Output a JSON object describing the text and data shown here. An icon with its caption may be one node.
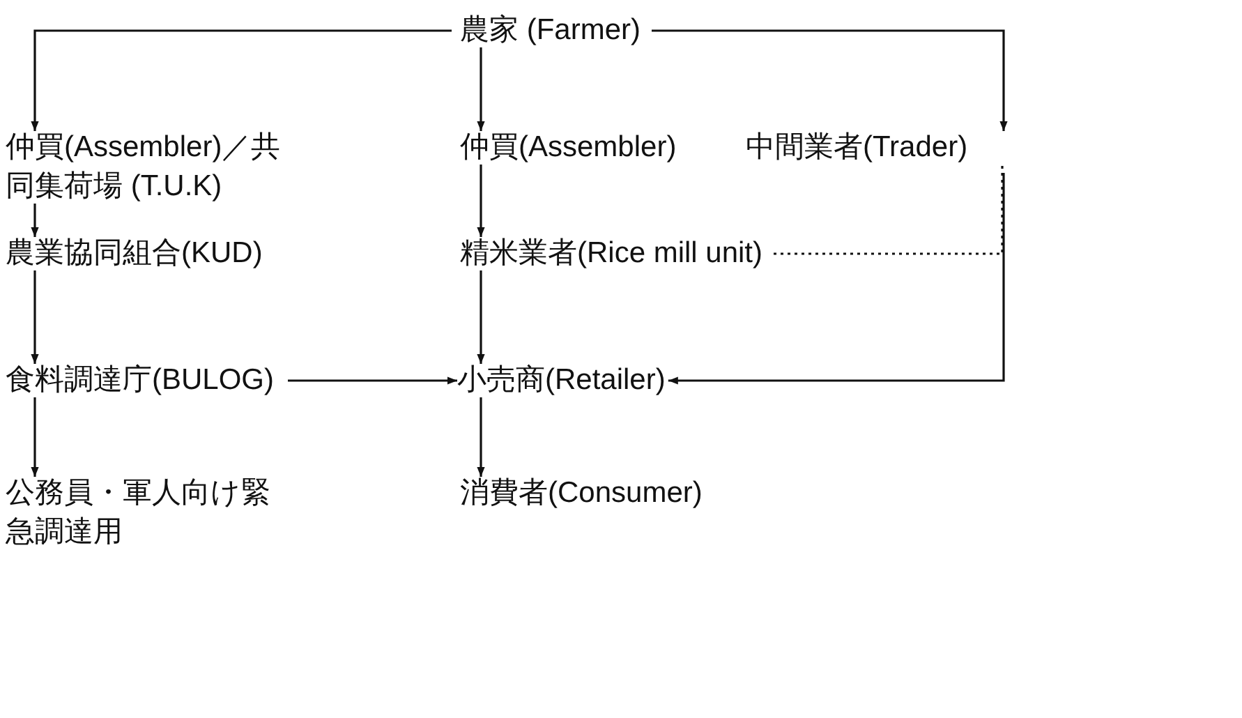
{
  "diagram": {
    "nodes": [
      {
        "text": [
          "農家 (Farmer)"
        ]
      },
      {
        "text": [
          "仲買(Assembler)／共同集荷場 (T.U.K)"
        ]
      },
      {
        "text": [
          "仲買(Assembler)"
        ]
      },
      {
        "text": [
          "中間業者(Trader)"
        ]
      },
      {
        "text": [
          "農業協同組合(KUD)"
        ]
      },
      {
        "text": [
          "精米業者(Rice mill unit)"
        ]
      },
      {
        "text": [
          "食料調達庁(BULOG)"
        ]
      },
      {
        "text": [
          "小売商(Retailer)"
        ]
      },
      {
        "text": [
          "公務員・軍人向け緊急調達用"
        ]
      },
      {
        "text": [
          "消費者(Consumer)"
        ]
      }
    ],
    "edges": [
      {
        "from": 0,
        "to": 1,
        "arrow": "to"
      },
      {
        "from": 0,
        "to": 2,
        "arrow": "to"
      },
      {
        "from": 0,
        "to": 3,
        "arrow": "to"
      },
      {
        "from": 1,
        "to": 4,
        "arrow": "to"
      },
      {
        "from": 2,
        "to": 5,
        "arrow": "to"
      },
      {
        "from": 5,
        "to": 3,
        "arrow": "none",
        "style": "dashed"
      },
      {
        "from": 4,
        "to": 6,
        "arrow": "to"
      },
      {
        "from": 5,
        "to": 7,
        "arrow": "to"
      },
      {
        "from": 6,
        "to": 7,
        "arrow": "to"
      },
      {
        "from": 3,
        "to": 7,
        "arrow": "to"
      },
      {
        "from": 6,
        "to": 8,
        "arrow": "to"
      },
      {
        "from": 7,
        "to": 9,
        "arrow": "to"
      }
    ]
  }
}
